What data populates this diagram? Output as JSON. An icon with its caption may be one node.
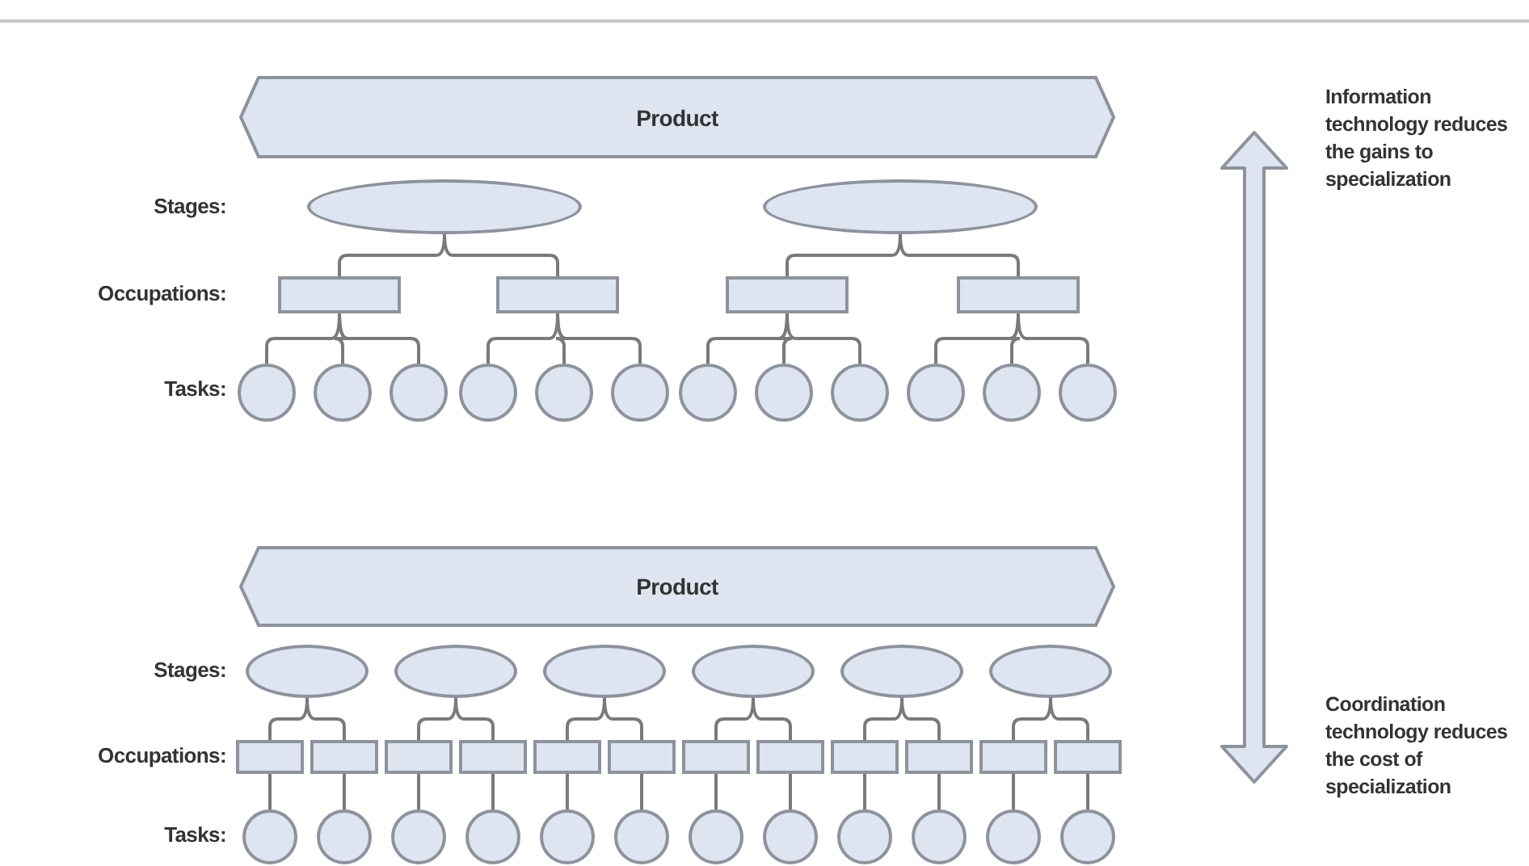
{
  "diagram": {
    "nodes": [
      {
        "text": [
          "Product"
        ]
      },
      {
        "text": [],
        "shape": "ellipse"
      },
      {
        "text": [],
        "shape": "ellipse"
      },
      {
        "text": [],
        "shape": "box"
      },
      {
        "text": [],
        "shape": "box"
      },
      {
        "text": [],
        "shape": "box"
      },
      {
        "text": [],
        "shape": "box"
      },
      {
        "text": [],
        "shape": "circle"
      },
      {
        "text": [],
        "shape": "circle"
      },
      {
        "text": [],
        "shape": "circle"
      },
      {
        "text": [],
        "shape": "circle"
      },
      {
        "text": [],
        "shape": "circle"
      },
      {
        "text": [],
        "shape": "circle"
      },
      {
        "text": [],
        "shape": "circle"
      },
      {
        "text": [],
        "shape": "circle"
      },
      {
        "text": [],
        "shape": "circle"
      },
      {
        "text": [],
        "shape": "circle"
      },
      {
        "text": [],
        "shape": "circle"
      },
      {
        "text": [],
        "shape": "circle"
      },
      {
        "text": [
          "Product"
        ]
      },
      {
        "text": [],
        "shape": "ellipse"
      },
      {
        "text": [],
        "shape": "ellipse"
      },
      {
        "text": [],
        "shape": "ellipse"
      },
      {
        "text": [],
        "shape": "ellipse"
      },
      {
        "text": [],
        "shape": "ellipse"
      },
      {
        "text": [],
        "shape": "ellipse"
      },
      {
        "text": [],
        "shape": "box"
      },
      {
        "text": [],
        "shape": "box"
      },
      {
        "text": [],
        "shape": "box"
      },
      {
        "text": [],
        "shape": "box"
      },
      {
        "text": [],
        "shape": "box"
      },
      {
        "text": [],
        "shape": "box"
      },
      {
        "text": [],
        "shape": "box"
      },
      {
        "text": [],
        "shape": "box"
      },
      {
        "text": [],
        "shape": "box"
      },
      {
        "text": [],
        "shape": "box"
      },
      {
        "text": [],
        "shape": "box"
      },
      {
        "text": [],
        "shape": "box"
      },
      {
        "text": [],
        "shape": "circle"
      },
      {
        "text": [],
        "shape": "circle"
      },
      {
        "text": [],
        "shape": "circle"
      },
      {
        "text": [],
        "shape": "circle"
      },
      {
        "text": [],
        "shape": "circle"
      },
      {
        "text": [],
        "shape": "circle"
      },
      {
        "text": [],
        "shape": "circle"
      },
      {
        "text": [],
        "shape": "circle"
      },
      {
        "text": [],
        "shape": "circle"
      },
      {
        "text": [],
        "shape": "circle"
      },
      {
        "text": [],
        "shape": "circle"
      },
      {
        "text": [],
        "shape": "circle"
      }
    ],
    "edges": [
      {
        "from": 1,
        "to": 3,
        "arrow": "none"
      },
      {
        "from": 1,
        "to": 4,
        "arrow": "none"
      },
      {
        "from": 2,
        "to": 5,
        "arrow": "none"
      },
      {
        "from": 2,
        "to": 6,
        "arrow": "none"
      },
      {
        "from": 3,
        "to": 7,
        "arrow": "none"
      },
      {
        "from": 3,
        "to": 8,
        "arrow": "none"
      },
      {
        "from": 3,
        "to": 9,
        "arrow": "none"
      },
      {
        "from": 4,
        "to": 10,
        "arrow": "none"
      },
      {
        "from": 4,
        "to": 11,
        "arrow": "none"
      },
      {
        "from": 4,
        "to": 12,
        "arrow": "none"
      },
      {
        "from": 5,
        "to": 13,
        "arrow": "none"
      },
      {
        "from": 5,
        "to": 14,
        "arrow": "none"
      },
      {
        "from": 5,
        "to": 15,
        "arrow": "none"
      },
      {
        "from": 6,
        "to": 16,
        "arrow": "none"
      },
      {
        "from": 6,
        "to": 17,
        "arrow": "none"
      },
      {
        "from": 6,
        "to": 18,
        "arrow": "none"
      },
      {
        "from": 20,
        "to": 26,
        "arrow": "none"
      },
      {
        "from": 20,
        "to": 27,
        "arrow": "none"
      },
      {
        "from": 21,
        "to": 28,
        "arrow": "none"
      },
      {
        "from": 21,
        "to": 29,
        "arrow": "none"
      },
      {
        "from": 22,
        "to": 30,
        "arrow": "none"
      },
      {
        "from": 22,
        "to": 31,
        "arrow": "none"
      },
      {
        "from": 23,
        "to": 32,
        "arrow": "none"
      },
      {
        "from": 23,
        "to": 33,
        "arrow": "none"
      },
      {
        "from": 24,
        "to": 34,
        "arrow": "none"
      },
      {
        "from": 24,
        "to": 35,
        "arrow": "none"
      },
      {
        "from": 25,
        "to": 36,
        "arrow": "none"
      },
      {
        "from": 25,
        "to": 37,
        "arrow": "none"
      },
      {
        "from": 26,
        "to": 38,
        "arrow": "none"
      },
      {
        "from": 27,
        "to": 39,
        "arrow": "none"
      },
      {
        "from": 28,
        "to": 40,
        "arrow": "none"
      },
      {
        "from": 29,
        "to": 41,
        "arrow": "none"
      },
      {
        "from": 30,
        "to": 42,
        "arrow": "none"
      },
      {
        "from": 31,
        "to": 43,
        "arrow": "none"
      },
      {
        "from": 32,
        "to": 44,
        "arrow": "none"
      },
      {
        "from": 33,
        "to": 45,
        "arrow": "none"
      },
      {
        "from": 34,
        "to": 46,
        "arrow": "none"
      },
      {
        "from": 35,
        "to": 47,
        "arrow": "none"
      },
      {
        "from": 36,
        "to": 48,
        "arrow": "none"
      },
      {
        "from": 37,
        "to": 49,
        "arrow": "none"
      }
    ],
    "labels": [
      "Stages:",
      "Occupations:",
      "Tasks:",
      "Information technology reduces the gains to specialization",
      "Stages:",
      "Occupations:",
      "Tasks:",
      "Coordination technology reduces the cost of specialization"
    ]
  }
}
